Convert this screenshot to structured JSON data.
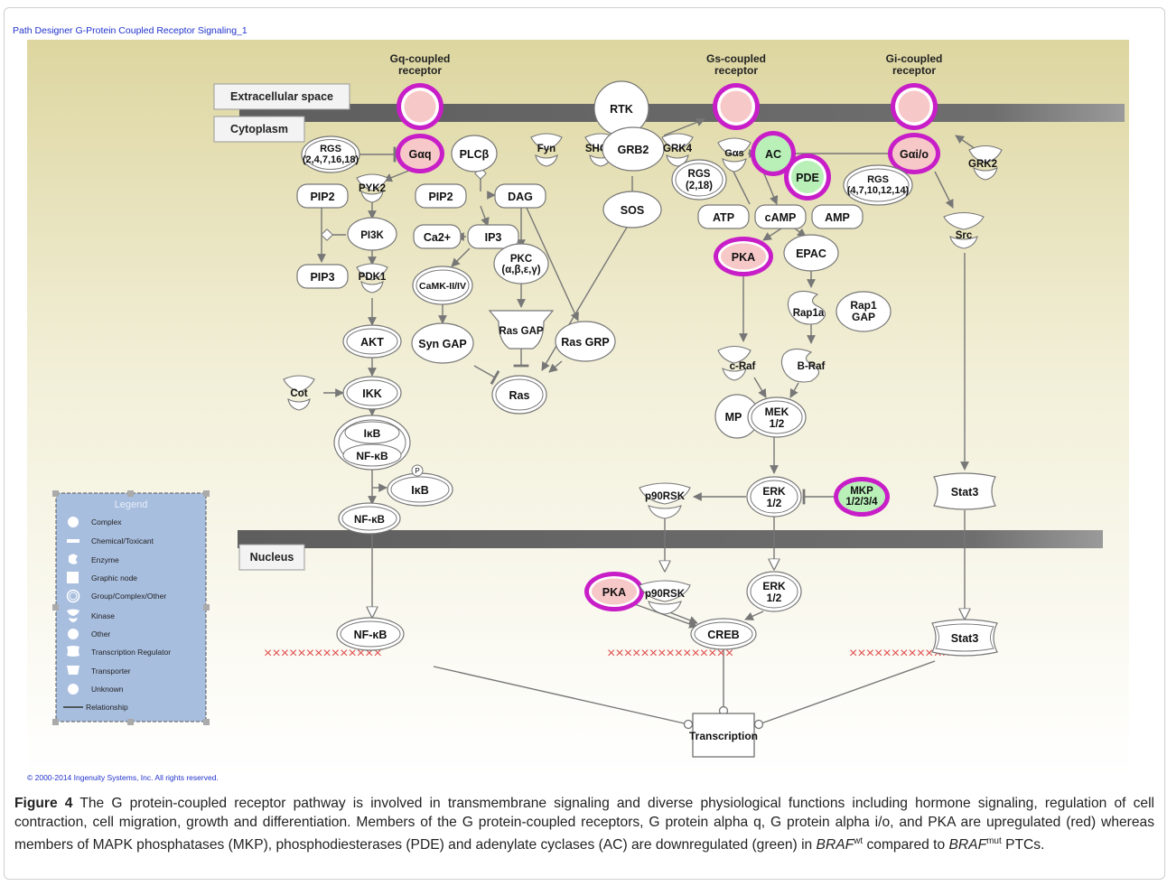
{
  "title": "Path Designer G-Protein Coupled Receptor Signaling_1",
  "copyright": "© 2000-2014 Ingenuity Systems, Inc. All rights reserved.",
  "compartments": {
    "extracellular": "Extracellular space",
    "cytoplasm": "Cytoplasm",
    "nucleus": "Nucleus"
  },
  "receptor_labels": {
    "gq": [
      "Gq-coupled",
      "receptor"
    ],
    "gs": [
      "Gs-coupled",
      "receptor"
    ],
    "gi": [
      "Gi-coupled",
      "receptor"
    ]
  },
  "nodes": {
    "rtk": "RTK",
    "gaq": "Gαq",
    "plcb": "PLCβ",
    "rgs_q": [
      "RGS",
      "(2,4,7,16,18)"
    ],
    "pyk2": "PYK2",
    "pip2_left": "PIP2",
    "pip2_mid": "PIP2",
    "dag": "DAG",
    "pi3k": "PI3K",
    "ca2": "Ca2+",
    "ip3": "IP3",
    "pip3": "PIP3",
    "pdk1": "PDK1",
    "pkc": [
      "PKC",
      "(α,β,ε,γ)"
    ],
    "camk": "CaMK-II/IV",
    "akt": "AKT",
    "syngap": "Syn GAP",
    "rasgap": "Ras GAP",
    "rasgrp": "Ras GRP",
    "ras": "Ras",
    "cot": "Cot",
    "ikk": "IKK",
    "ikb": "IκB",
    "nfkb_complex": "NF-κB",
    "ikb_p": "IκB",
    "p_mark": "P",
    "nfkb_cyto": "NF-κB",
    "nfkb_nuc": "NF-κB",
    "fyn": "Fyn",
    "shc": "SHC",
    "grb2": "GRB2",
    "grk4": "GRK4",
    "sos": "SOS",
    "gas": "Gαs",
    "ac": "AC",
    "pde": "PDE",
    "rgs_s": [
      "RGS",
      "(2,18)"
    ],
    "atp": "ATP",
    "camp": "cAMP",
    "amp": "AMP",
    "pka": "PKA",
    "epac": "EPAC",
    "rap1a": "Rap1a",
    "rap1gap": [
      "Rap1",
      "GAP"
    ],
    "craf": "c-Raf",
    "braf": "B-Raf",
    "mp": "MP",
    "mek": [
      "MEK",
      "1/2"
    ],
    "erk": [
      "ERK",
      "1/2"
    ],
    "mkp": [
      "MKP",
      "1/2/3/4"
    ],
    "p90rsk_cyto": "p90RSK",
    "pka_nuc": "PKA",
    "p90rsk_nuc": "p90RSK",
    "erk_nuc": [
      "ERK",
      "1/2"
    ],
    "creb": "CREB",
    "gai": "Gαi/o",
    "rgs_i": [
      "RGS",
      "(4,7,10,12,14)"
    ],
    "grk2": "GRK2",
    "src": "Src",
    "stat3_cyto": "Stat3",
    "stat3_nuc": "Stat3",
    "transcription": "Transcription"
  },
  "legend": {
    "title": "Legend",
    "items": [
      "Complex",
      "Chemical/Toxicant",
      "Enzyme",
      "Graphic node",
      "Group/Complex/Other",
      "Kinase",
      "Other",
      "Transcription Regulator",
      "Transporter",
      "Unknown",
      "Relationship"
    ]
  },
  "caption": {
    "label": "Figure 4",
    "text1": " The G protein-coupled receptor pathway is involved in transmembrane signaling and diverse physiological functions including hormone signaling, regulation of cell contraction, cell migration, growth and differentiation. Members of the G protein-coupled receptors, G protein alpha q, G protein alpha i/o, and PKA are upregulated (red) whereas members of MAPK phosphatases (MKP), phosphodiesterases (PDE) and adenylate cyclases (AC) are downregulated (green) in ",
    "gene1": "BRAF",
    "sup1": "wt",
    "text2": " compared to ",
    "gene2": "BRAF",
    "sup2": "mut",
    "text3": " PTCs."
  },
  "colors": {
    "upregulated_fill": "#f7c8c8",
    "upregulated_ring": "#c81ec8",
    "downregulated_fill": "#b8f0b8",
    "membrane": "#777777",
    "legend_bg": "#a8bedf",
    "dna": "#e05050",
    "title": "#2233cc"
  }
}
